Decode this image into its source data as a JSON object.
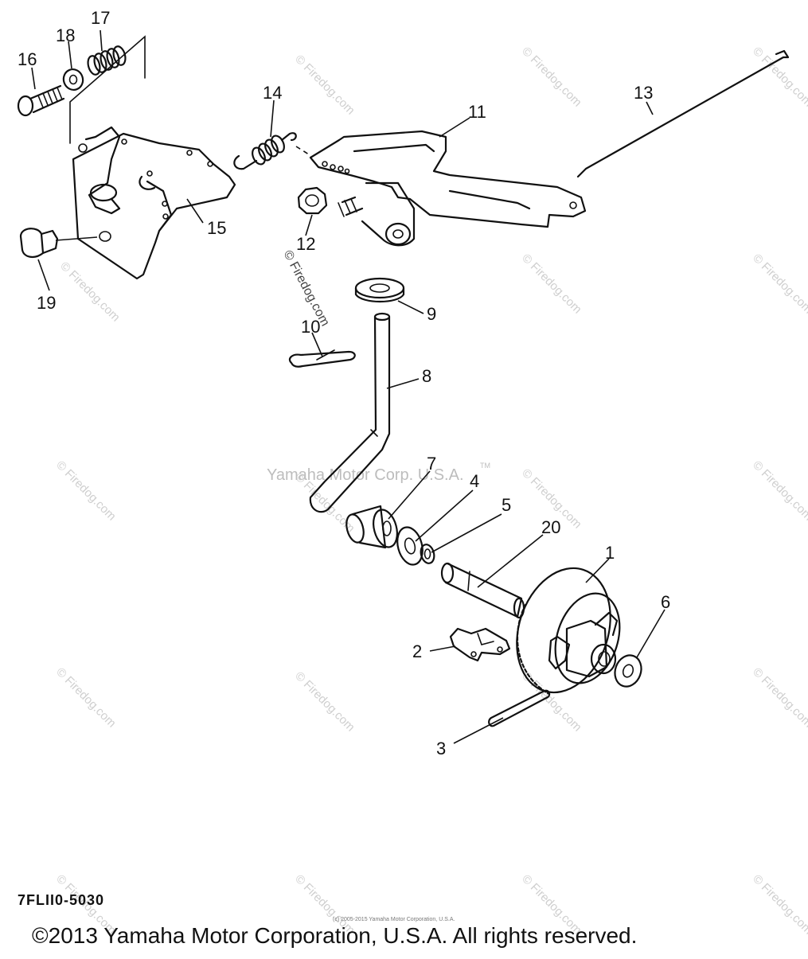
{
  "diagram": {
    "callouts": [
      {
        "id": "c1",
        "label": "1"
      },
      {
        "id": "c2",
        "label": "2"
      },
      {
        "id": "c3",
        "label": "3"
      },
      {
        "id": "c4",
        "label": "4"
      },
      {
        "id": "c5",
        "label": "5"
      },
      {
        "id": "c6",
        "label": "6"
      },
      {
        "id": "c7",
        "label": "7"
      },
      {
        "id": "c8",
        "label": "8"
      },
      {
        "id": "c9",
        "label": "9"
      },
      {
        "id": "c10",
        "label": "10"
      },
      {
        "id": "c11",
        "label": "11"
      },
      {
        "id": "c12",
        "label": "12"
      },
      {
        "id": "c13",
        "label": "13"
      },
      {
        "id": "c14",
        "label": "14"
      },
      {
        "id": "c15",
        "label": "15"
      },
      {
        "id": "c16",
        "label": "16"
      },
      {
        "id": "c17",
        "label": "17"
      },
      {
        "id": "c18",
        "label": "18"
      },
      {
        "id": "c19",
        "label": "19"
      },
      {
        "id": "c20",
        "label": "20"
      }
    ],
    "diagram_code": "7FLII0-5030",
    "center_watermark": "Yamaha Motor Corp. U.S.A.",
    "center_tm": "TM",
    "firedog_watermark": "© Firedog.com",
    "firedog_vertical": "© Firedog.com",
    "copyright_small": "(c) 2005-2015 Yamaha Motor Corporation, U.S.A.",
    "copyright": "©2013 Yamaha Motor Corporation, U.S.A. All rights reserved."
  }
}
